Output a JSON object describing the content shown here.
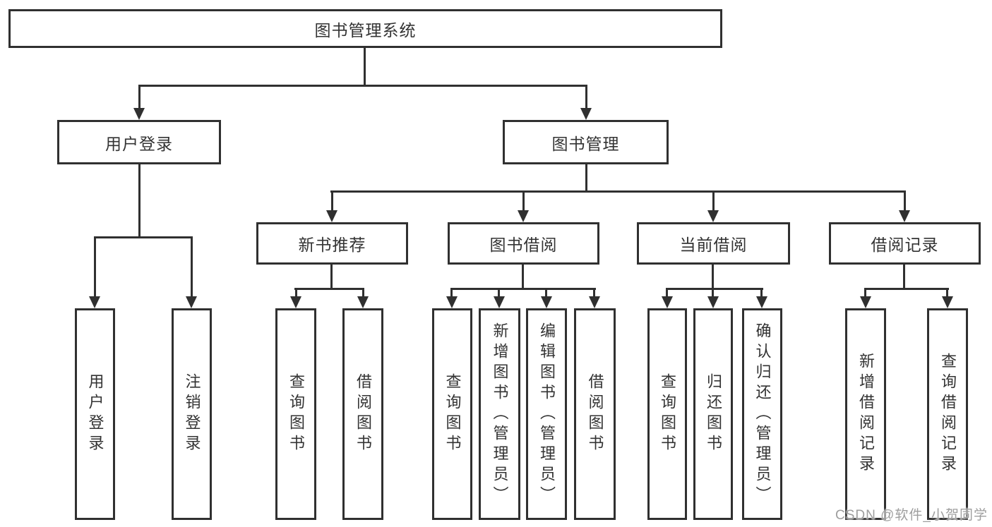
{
  "colors": {
    "line": "#303030",
    "text": "#333333",
    "watermark": "#9e9e9e",
    "background": "#ffffff"
  },
  "tree": {
    "root": {
      "label": "图书管理系统"
    },
    "children": [
      {
        "label": "用户登录",
        "children": [
          {
            "label": "用户登录"
          },
          {
            "label": "注销登录"
          }
        ]
      },
      {
        "label": "图书管理",
        "children": [
          {
            "label": "新书推荐",
            "children": [
              {
                "label": "查询图书"
              },
              {
                "label": "借阅图书"
              }
            ]
          },
          {
            "label": "图书借阅",
            "children": [
              {
                "label": "查询图书"
              },
              {
                "label": "新增图书（管理员）"
              },
              {
                "label": "编辑图书（管理员）"
              },
              {
                "label": "借阅图书"
              }
            ]
          },
          {
            "label": "当前借阅",
            "children": [
              {
                "label": "查询图书"
              },
              {
                "label": "归还图书"
              },
              {
                "label": "确认归还（管理员）"
              }
            ]
          },
          {
            "label": "借阅记录",
            "children": [
              {
                "label": "新增借阅记录"
              },
              {
                "label": "查询借阅记录"
              }
            ]
          }
        ]
      }
    ]
  },
  "watermark": {
    "text": "CSDN @软件_小贺同学"
  }
}
